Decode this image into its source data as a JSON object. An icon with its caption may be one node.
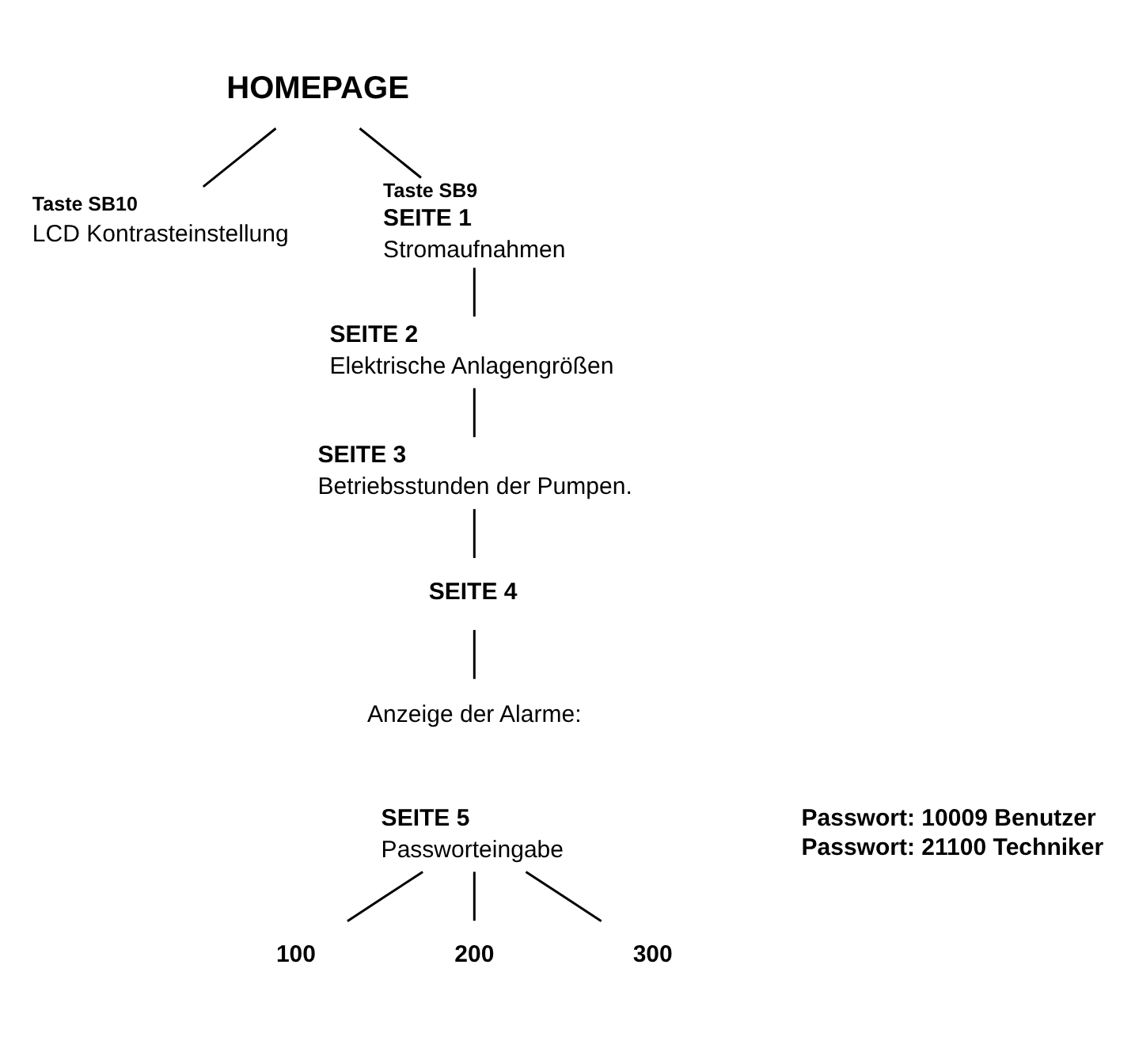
{
  "diagram": {
    "nodes": [
      {
        "text": [
          "HOMEPAGE"
        ]
      },
      {
        "text": [
          "Taste SB10",
          "LCD Kontrasteinstellung"
        ]
      },
      {
        "text": [
          "Taste SB9",
          "SEITE 1",
          "Stromaufnahmen"
        ]
      },
      {
        "text": [
          "SEITE 2",
          "Elektrische Anlagengrößen"
        ]
      },
      {
        "text": [
          "SEITE 3",
          "Betriebsstunden der Pumpen."
        ]
      },
      {
        "text": [
          "SEITE 4"
        ]
      },
      {
        "text": [
          "Anzeige der Alarme:"
        ]
      },
      {
        "text": [
          "SEITE 5",
          "Passworteingabe"
        ]
      },
      {
        "text": [
          "100"
        ]
      },
      {
        "text": [
          "200"
        ]
      },
      {
        "text": [
          "300"
        ]
      }
    ],
    "edges": [
      {
        "from": 0,
        "to": 2,
        "arrow": "none"
      },
      {
        "from": 0,
        "to": 1,
        "arrow": "none"
      },
      {
        "from": 2,
        "to": 3,
        "arrow": "none"
      },
      {
        "from": 3,
        "to": 4,
        "arrow": "none"
      },
      {
        "from": 4,
        "to": 5,
        "arrow": "none"
      },
      {
        "from": 5,
        "to": 6,
        "arrow": "none"
      },
      {
        "from": 7,
        "to": 8,
        "arrow": "none"
      },
      {
        "from": 7,
        "to": 9,
        "arrow": "none"
      },
      {
        "from": 7,
        "to": 10,
        "arrow": "none"
      }
    ],
    "labels": [
      "Passwort: 10009 Benutzer",
      "Passwort: 21100 Techniker"
    ]
  }
}
